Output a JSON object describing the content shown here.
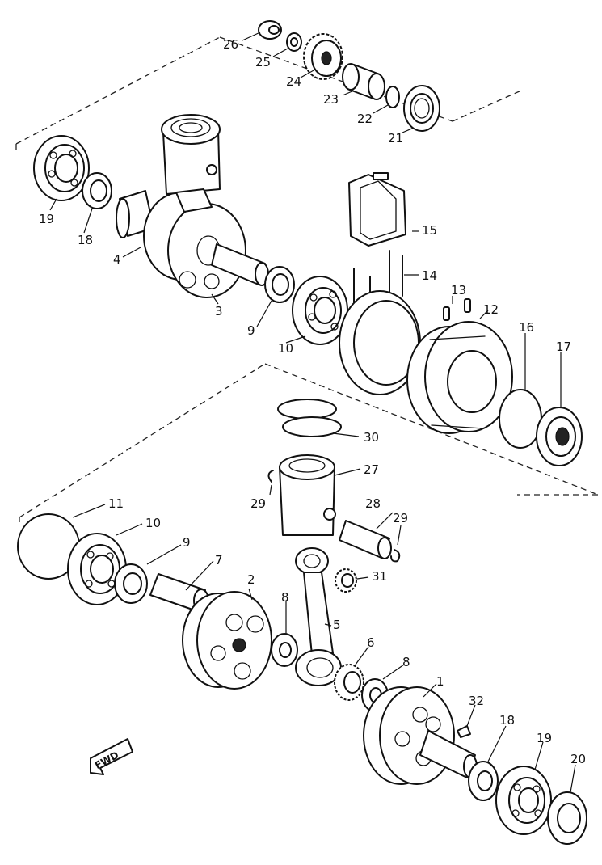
{
  "labels": {
    "p1": "1",
    "p2": "2",
    "p3": "3",
    "p4": "4",
    "p5": "5",
    "p6": "6",
    "p7": "7",
    "p8a": "8",
    "p8b": "8",
    "p9a": "9",
    "p9b": "9",
    "p10a": "10",
    "p10b": "10",
    "p11": "11",
    "p12": "12",
    "p13": "13",
    "p14": "14",
    "p15": "15",
    "p16": "16",
    "p17": "17",
    "p18a": "18",
    "p18b": "18",
    "p19a": "19",
    "p19b": "19",
    "p20": "20",
    "p21": "21",
    "p22": "22",
    "p23": "23",
    "p24": "24",
    "p25": "25",
    "p26": "26",
    "p27": "27",
    "p28": "28",
    "p29a": "29",
    "p29b": "29",
    "p30": "30",
    "p31": "31",
    "p32": "32"
  },
  "fwd_label": "FWD",
  "colors": {
    "line": "#111111",
    "background": "#ffffff"
  }
}
